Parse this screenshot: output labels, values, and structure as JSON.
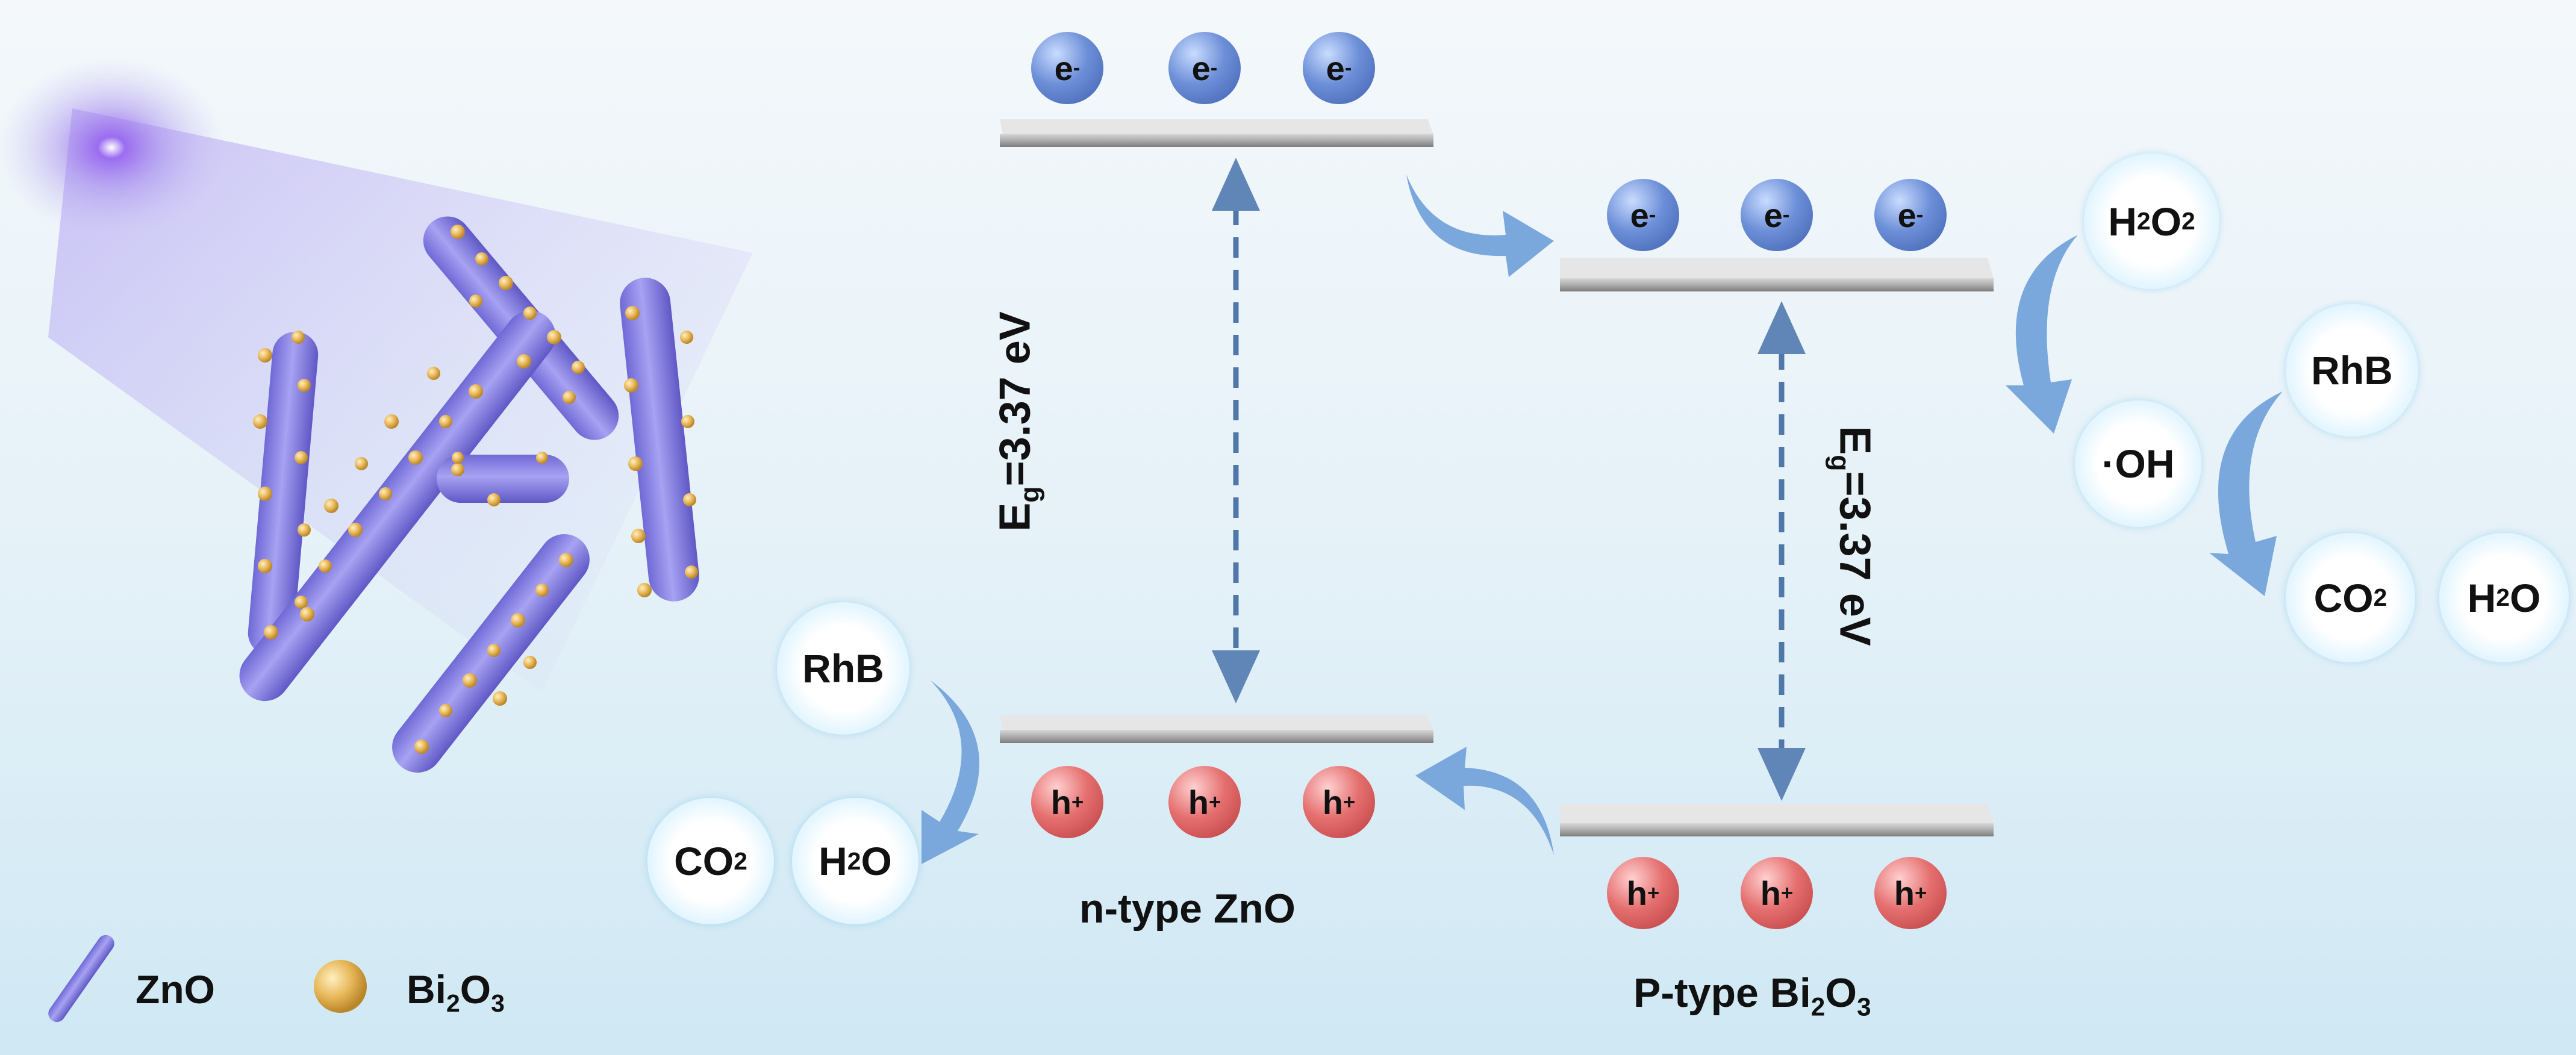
{
  "zno_band": {
    "electrons": [
      "e-",
      "e-",
      "e-"
    ],
    "holes": [
      "h+",
      "h+",
      "h+"
    ],
    "gap": "Eg=3.37 eV",
    "label": "n-type ZnO"
  },
  "bi2o3_band": {
    "electrons": [
      "e-",
      "e-",
      "e-"
    ],
    "holes": [
      "h+",
      "h+",
      "h+"
    ],
    "gap": "Eg=3.37 eV",
    "label": "P-type Bi2O3"
  },
  "reduction_side": {
    "h2o2": "H2O2",
    "oh": "·OH",
    "rhb": "RhB",
    "co2": "CO2",
    "h2o": "H2O"
  },
  "oxidation_side": {
    "rhb": "RhB",
    "co2": "CO2",
    "h2o": "H2O"
  },
  "legend": {
    "zno": "ZnO",
    "bi2o3": "Bi2O3"
  },
  "colors": {
    "rod": "#8b86e6",
    "particle": "#e8b85a",
    "electron": "#5a7fd0",
    "hole": "#d95a5a",
    "arrow": "#6f9fd6",
    "band": "#9a9a9a"
  }
}
